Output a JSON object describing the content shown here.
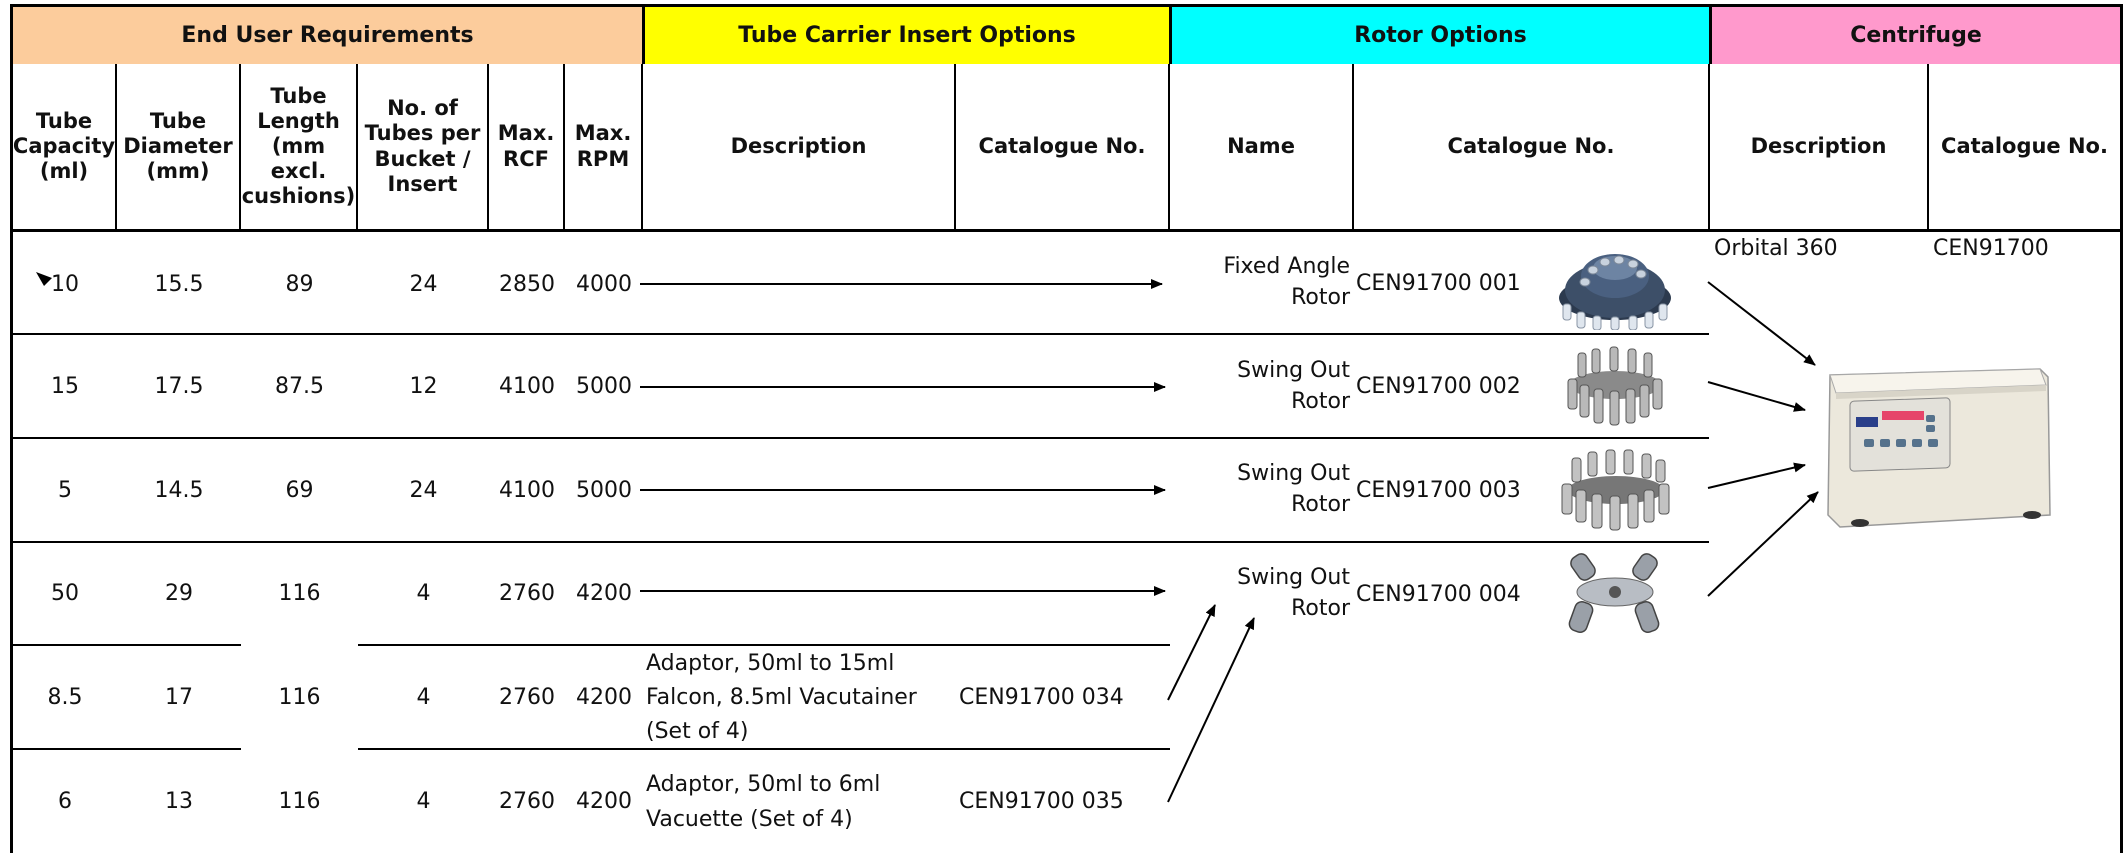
{
  "groups": {
    "end_user": {
      "label": "End User Requirements",
      "color": "#fccc9c"
    },
    "tube_carrier": {
      "label": "Tube Carrier Insert Options",
      "color": "#ffff00"
    },
    "rotor": {
      "label": "Rotor Options",
      "color": "#00ffff"
    },
    "centrifuge": {
      "label": "Centrifuge",
      "color": "#ff99cc"
    }
  },
  "headers": {
    "tube_capacity": "Tube Capacity (ml)",
    "tube_diameter": "Tube Diameter (mm)",
    "tube_length": "Tube Length (mm excl. cushions)",
    "tubes_per_bucket": "No. of Tubes per Bucket / Insert",
    "max_rcf": "Max. RCF",
    "max_rpm": "Max. RPM",
    "insert_description": "Description",
    "insert_catalogue": "Catalogue No.",
    "rotor_name": "Name",
    "rotor_catalogue": "Catalogue No.",
    "centrifuge_description": "Description",
    "centrifuge_catalogue": "Catalogue No."
  },
  "rows": [
    {
      "capacity": "10",
      "diameter": "15.5",
      "length": "89",
      "tubes": "24",
      "rcf": "2850",
      "rpm": "4000"
    },
    {
      "capacity": "15",
      "diameter": "17.5",
      "length": "87.5",
      "tubes": "12",
      "rcf": "4100",
      "rpm": "5000"
    },
    {
      "capacity": "5",
      "diameter": "14.5",
      "length": "69",
      "tubes": "24",
      "rcf": "4100",
      "rpm": "5000"
    },
    {
      "capacity": "50",
      "diameter": "29",
      "length": "116",
      "tubes": "4",
      "rcf": "2760",
      "rpm": "4200"
    },
    {
      "capacity": "8.5",
      "diameter": "17",
      "length": "116",
      "tubes": "4",
      "rcf": "2760",
      "rpm": "4200",
      "insert_description": "Adaptor, 50ml to 15ml Falcon, 8.5ml Vacutainer (Set of 4)",
      "insert_catalogue": "CEN91700 034"
    },
    {
      "capacity": "6",
      "diameter": "13",
      "length": "116",
      "tubes": "4",
      "rcf": "2760",
      "rpm": "4200",
      "insert_description": "Adaptor, 50ml to 6ml Vacuette (Set of 4)",
      "insert_catalogue": "CEN91700 035"
    }
  ],
  "rotors": [
    {
      "name": "Fixed Angle Rotor",
      "catalogue": "CEN91700 001",
      "image": "fixed-angle-rotor-image"
    },
    {
      "name": "Swing Out Rotor",
      "catalogue": "CEN91700 002",
      "image": "swing-out-rotor-image"
    },
    {
      "name": "Swing Out Rotor",
      "catalogue": "CEN91700 003",
      "image": "swing-out-rotor-image"
    },
    {
      "name": "Swing Out Rotor",
      "catalogue": "CEN91700 004",
      "image": "swing-bucket-rotor-image"
    }
  ],
  "centrifuge": {
    "description": "Orbital 360",
    "catalogue": "CEN91700",
    "image": "centrifuge-image"
  }
}
